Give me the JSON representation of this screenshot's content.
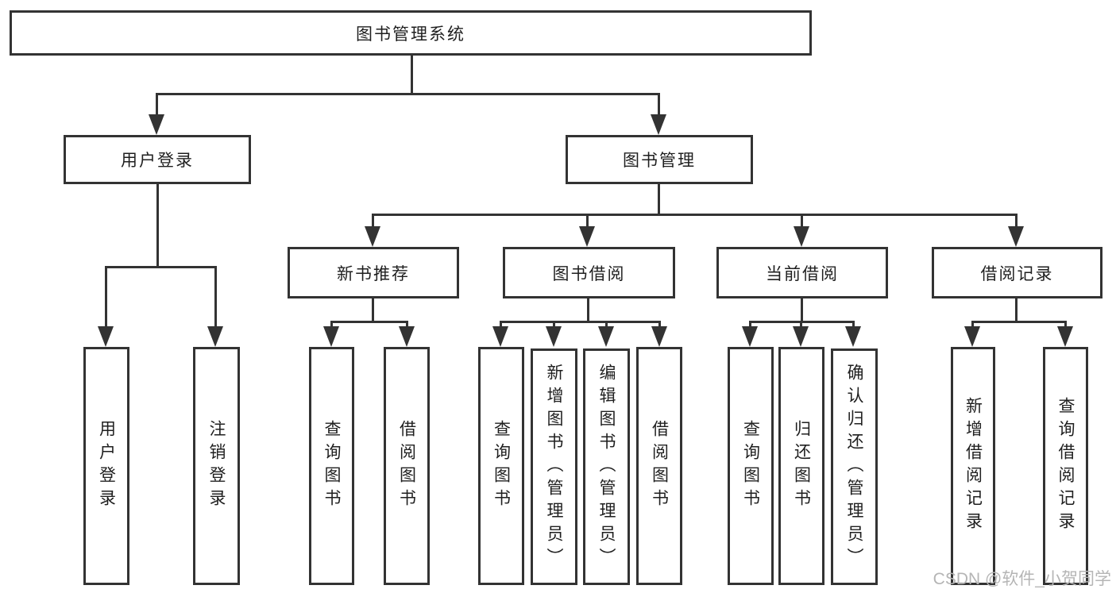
{
  "colors": {
    "line": "#333333",
    "text": "#1f1f1f",
    "watermark": "#b5b5b5",
    "background": "#ffffff"
  },
  "watermark": {
    "text": "CSDN @软件_小贺同学"
  },
  "tree": {
    "root": "图书管理系统",
    "children": [
      {
        "label": "用户登录",
        "children": [
          "用户登录",
          "注销登录"
        ]
      },
      {
        "label": "图书管理",
        "children": [
          {
            "label": "新书推荐",
            "children": [
              "查询图书",
              "借阅图书"
            ]
          },
          {
            "label": "图书借阅",
            "children": [
              "查询图书",
              "新增图书（管理员）",
              "编辑图书（管理员）",
              "借阅图书"
            ]
          },
          {
            "label": "当前借阅",
            "children": [
              "查询图书",
              "归还图书",
              "确认归还（管理员）"
            ]
          },
          {
            "label": "借阅记录",
            "children": [
              "新增借阅记录",
              "查询借阅记录"
            ]
          }
        ]
      }
    ]
  }
}
